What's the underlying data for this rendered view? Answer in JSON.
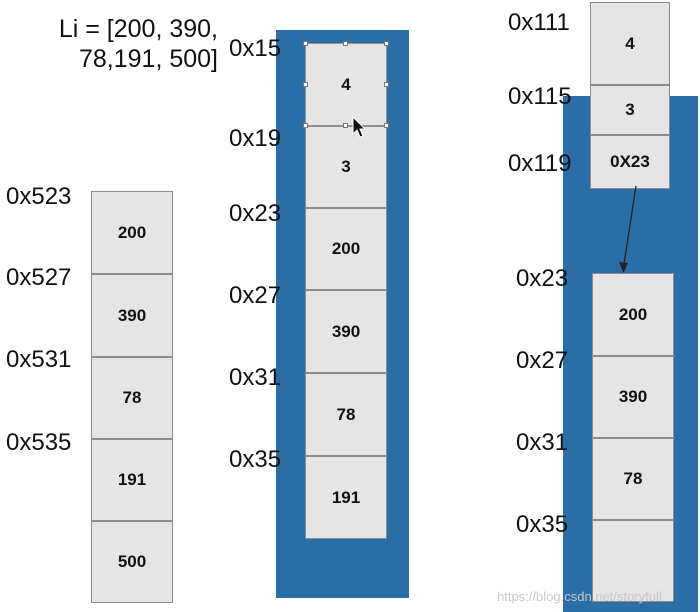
{
  "title_lines": [
    "Li = [200, 390,",
    "78,191, 500]"
  ],
  "left": {
    "addresses": [
      "0x523",
      "0x527",
      "0x531",
      "0x535"
    ],
    "values": [
      "200",
      "390",
      "78",
      "191",
      "500"
    ]
  },
  "middle": {
    "addresses": [
      "0x15",
      "0x19",
      "0x23",
      "0x27",
      "0x31",
      "0x35"
    ],
    "values": [
      "4",
      "3",
      "200",
      "390",
      "78",
      "191"
    ]
  },
  "right": {
    "top_addresses": [
      "0x111",
      "0x115",
      "0x119"
    ],
    "top_values": [
      "4",
      "3",
      "0X23"
    ],
    "bottom_addresses": [
      "0x23",
      "0x27",
      "0x31",
      "0x35"
    ],
    "bottom_values": [
      "200",
      "390",
      "78",
      ""
    ]
  },
  "colors": {
    "highlight_blue": "#2a6ea8",
    "cell_fill": "#e5e5e5"
  },
  "watermark": "https://blog.csdn.net/storyfull"
}
